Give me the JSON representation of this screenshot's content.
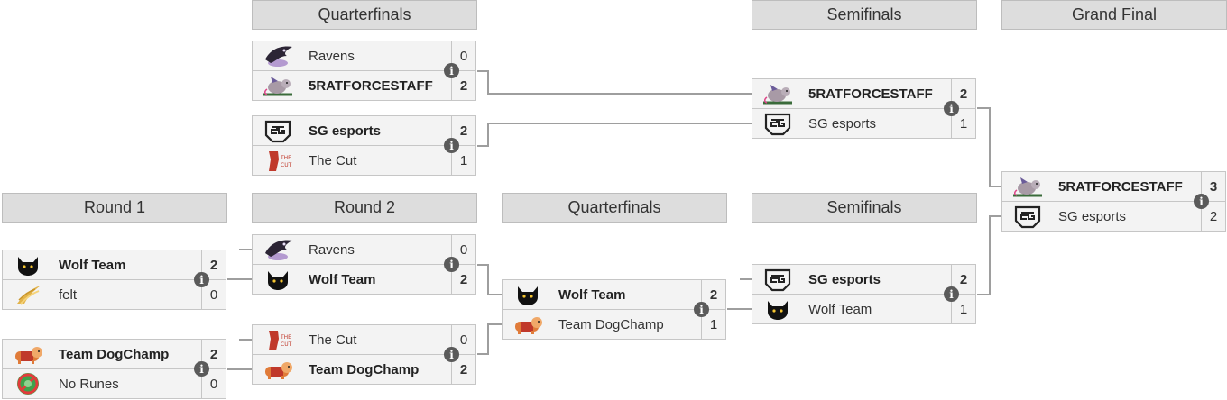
{
  "headers": {
    "h_qf_top": "Quarterfinals",
    "h_sf_top": "Semifinals",
    "h_gf": "Grand Final",
    "h_r1": "Round 1",
    "h_r2": "Round 2",
    "h_qf_low": "Quarterfinals",
    "h_sf_low": "Semifinals"
  },
  "info_glyph": "i",
  "matches": {
    "m1": {
      "top": {
        "name": "Ravens",
        "score": "0",
        "logo": "ravens-logo"
      },
      "bottom": {
        "name": "5RATFORCESTAFF",
        "score": "2",
        "logo": "rat-logo"
      }
    },
    "m2": {
      "top": {
        "name": "SG esports",
        "score": "2",
        "logo": "sg-logo"
      },
      "bottom": {
        "name": "The Cut",
        "score": "1",
        "logo": "cut-logo"
      }
    },
    "m3": {
      "top": {
        "name": "5RATFORCESTAFF",
        "score": "2",
        "logo": "rat-logo"
      },
      "bottom": {
        "name": "SG esports",
        "score": "1",
        "logo": "sg-logo"
      }
    },
    "m4": {
      "top": {
        "name": "5RATFORCESTAFF",
        "score": "3",
        "logo": "rat-logo"
      },
      "bottom": {
        "name": "SG esports",
        "score": "2",
        "logo": "sg-logo"
      }
    },
    "m5": {
      "top": {
        "name": "Wolf Team",
        "score": "2",
        "logo": "wolf-logo"
      },
      "bottom": {
        "name": "felt",
        "score": "0",
        "logo": "felt-logo"
      }
    },
    "m6": {
      "top": {
        "name": "Team DogChamp",
        "score": "2",
        "logo": "dog-logo"
      },
      "bottom": {
        "name": "No Runes",
        "score": "0",
        "logo": "norunes-logo"
      }
    },
    "m7": {
      "top": {
        "name": "Ravens",
        "score": "0",
        "logo": "ravens-logo"
      },
      "bottom": {
        "name": "Wolf Team",
        "score": "2",
        "logo": "wolf-logo"
      }
    },
    "m8": {
      "top": {
        "name": "The Cut",
        "score": "0",
        "logo": "cut-logo"
      },
      "bottom": {
        "name": "Team DogChamp",
        "score": "2",
        "logo": "dog-logo"
      }
    },
    "m9": {
      "top": {
        "name": "Wolf Team",
        "score": "2",
        "logo": "wolf-logo"
      },
      "bottom": {
        "name": "Team DogChamp",
        "score": "1",
        "logo": "dog-logo"
      }
    },
    "m10": {
      "top": {
        "name": "SG esports",
        "score": "2",
        "logo": "sg-logo"
      },
      "bottom": {
        "name": "Wolf Team",
        "score": "1",
        "logo": "wolf-logo"
      }
    }
  },
  "colors": {
    "header_bg": "#dddddd",
    "match_bg": "#f3f3f3",
    "border": "#c6c6c6",
    "line": "#9e9e9e",
    "info_bg": "#5a5a5a"
  }
}
